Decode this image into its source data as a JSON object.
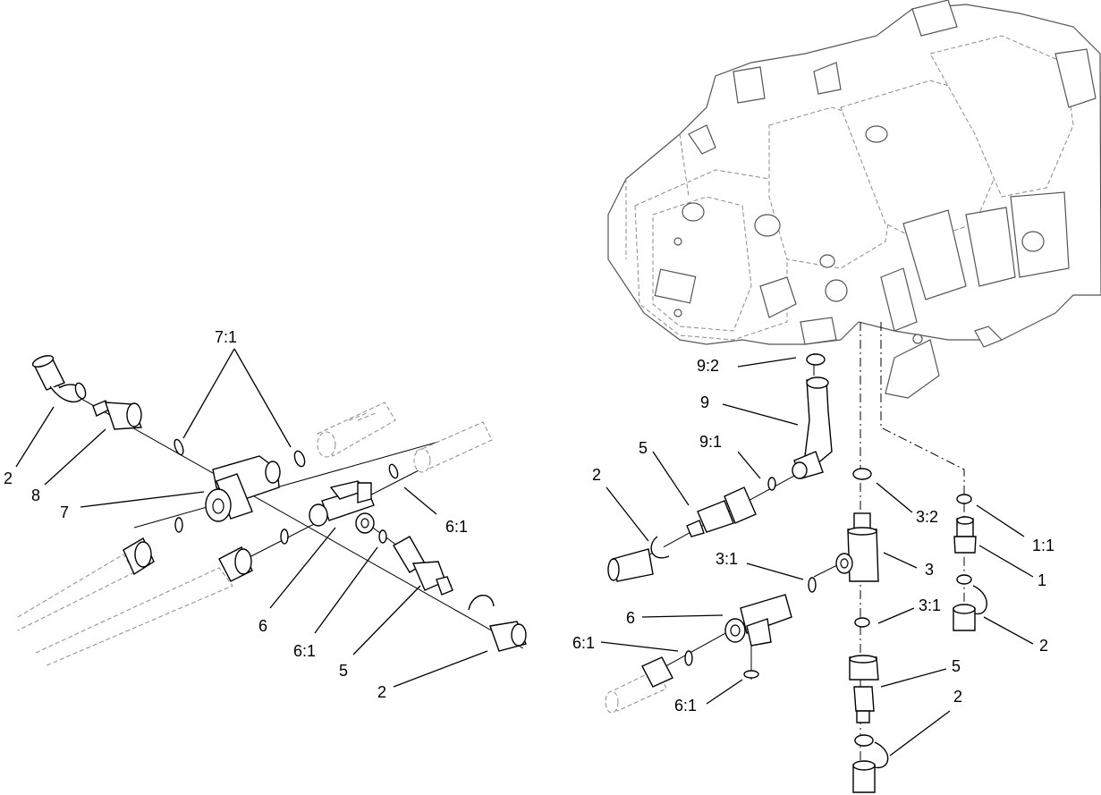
{
  "labels": {
    "l_7_1": "7:1",
    "l_2_left": "2",
    "l_8": "8",
    "l_7": "7",
    "l_6_1_a": "6:1",
    "l_6_left": "6",
    "l_6_1_b": "6:1",
    "l_5_left": "5",
    "l_2_bottom_left": "2",
    "l_9_2": "9:2",
    "l_9": "9",
    "l_9_1": "9:1",
    "l_5_mid": "5",
    "l_2_mid": "2",
    "l_3_2": "3:2",
    "l_1_1": "1:1",
    "l_3_1_a": "3:1",
    "l_3": "3",
    "l_1": "1",
    "l_6_right": "6",
    "l_3_1_b": "3:1",
    "l_2_right": "2",
    "l_6_1_c": "6:1",
    "l_5_right": "5",
    "l_6_1_d": "6:1",
    "l_2_bottom_right": "2"
  },
  "colors": {
    "line": "#000000",
    "ghost": "#8a8a8a",
    "background": "#ffffff"
  }
}
